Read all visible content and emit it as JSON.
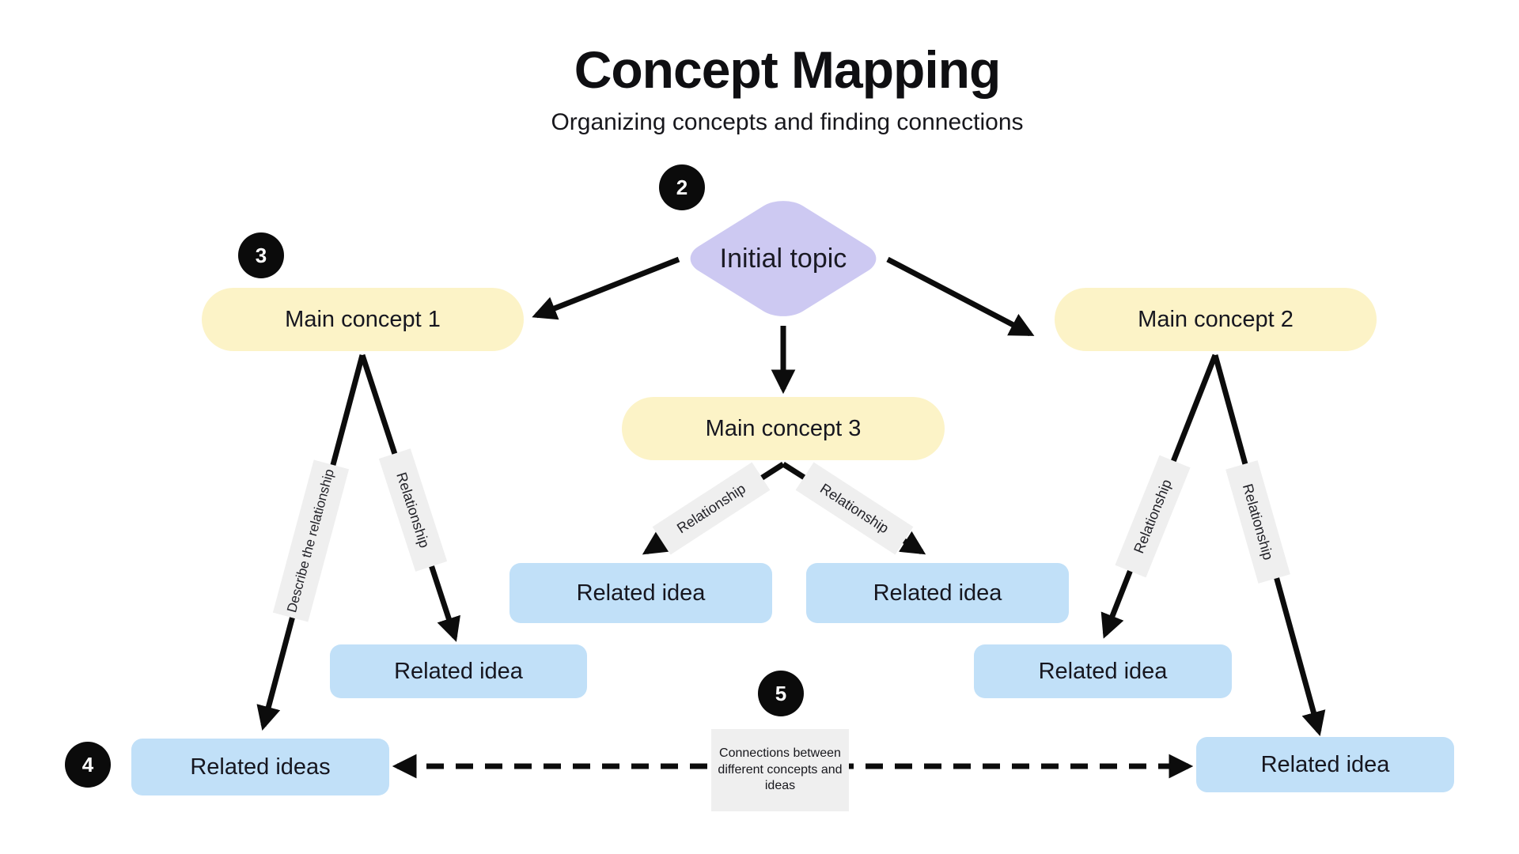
{
  "header": {
    "title": "Concept Mapping",
    "subtitle": "Organizing concepts and finding connections"
  },
  "badges": [
    {
      "label": "2"
    },
    {
      "label": "3"
    },
    {
      "label": "4"
    },
    {
      "label": "5"
    }
  ],
  "nodes": {
    "initial_topic": "Initial topic",
    "main_concept_1": "Main concept 1",
    "main_concept_2": "Main concept 2",
    "main_concept_3": "Main concept 3",
    "related_center_left": "Related idea",
    "related_center_right": "Related idea",
    "related_mid_left": "Related idea",
    "related_mid_right": "Related idea",
    "related_bottom_left": "Related ideas",
    "related_bottom_right": "Related idea"
  },
  "edge_labels": {
    "describe": "Describe the relationship",
    "relationship": "Relationship"
  },
  "connection_note": "Connections between different concepts and ideas",
  "colors": {
    "diamond_fill": "#cdc9f2",
    "concept_fill": "#fcf3c7",
    "related_fill": "#c1e0f8",
    "label_fill": "#efefef",
    "arrow": "#0c0c0c",
    "badge_fill": "#0b0b0b",
    "text": "#16161f",
    "background": "#ffffff"
  }
}
